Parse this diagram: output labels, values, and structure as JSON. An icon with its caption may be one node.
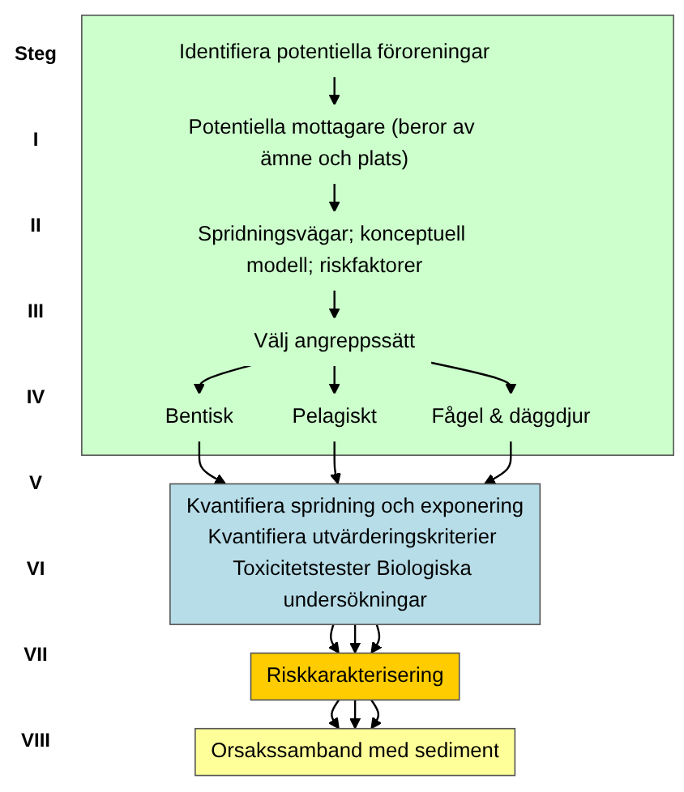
{
  "diagram": {
    "nodes": [
      {
        "text": [],
        "shape": "box"
      },
      {
        "text": [
          "Identifiera potentiella föroreningar"
        ],
        "in": 0
      },
      {
        "text": [
          "Potentiella mottagare (beror av ämne och plats)"
        ],
        "in": 0
      },
      {
        "text": [
          "Spridningsvägar; konceptuell modell; riskfaktorer"
        ],
        "in": 0
      },
      {
        "text": [
          "Välj angreppssätt"
        ],
        "in": 0
      },
      {
        "text": [
          "Bentisk"
        ],
        "in": 0
      },
      {
        "text": [
          "Pelagiskt"
        ],
        "in": 0
      },
      {
        "text": [
          "Fågel & däggdjur"
        ],
        "in": 0
      },
      {
        "text": [
          "Kvantifiera spridning och exponering",
          "Kvantifiera utvärderingskriterier Toxicitetstester Biologiska undersökningar"
        ]
      },
      {
        "text": [
          "Riskkarakterisering"
        ]
      },
      {
        "text": [
          "Orsakssamband med sediment"
        ]
      }
    ],
    "edges": [
      {
        "from": 1,
        "to": 2,
        "arrow": "to"
      },
      {
        "from": 2,
        "to": 3,
        "arrow": "to"
      },
      {
        "from": 3,
        "to": 4,
        "arrow": "to"
      },
      {
        "from": 4,
        "to": 5,
        "arrow": "to"
      },
      {
        "from": 4,
        "to": 6,
        "arrow": "to"
      },
      {
        "from": 4,
        "to": 7,
        "arrow": "to"
      },
      {
        "from": 5,
        "to": 8,
        "arrow": "to"
      },
      {
        "from": 6,
        "to": 8,
        "arrow": "to"
      },
      {
        "from": 7,
        "to": 8,
        "arrow": "to"
      },
      {
        "from": 8,
        "to": 9,
        "arrow": "to"
      },
      {
        "from": 8,
        "to": 9,
        "arrow": "to"
      },
      {
        "from": 8,
        "to": 9,
        "arrow": "to"
      },
      {
        "from": 9,
        "to": 10,
        "arrow": "to"
      },
      {
        "from": 9,
        "to": 10,
        "arrow": "to"
      },
      {
        "from": 9,
        "to": 10,
        "arrow": "to"
      }
    ],
    "labels": [
      "Steg",
      "I",
      "II",
      "III",
      "IV",
      "V",
      "VI",
      "VII",
      "VIII"
    ]
  }
}
